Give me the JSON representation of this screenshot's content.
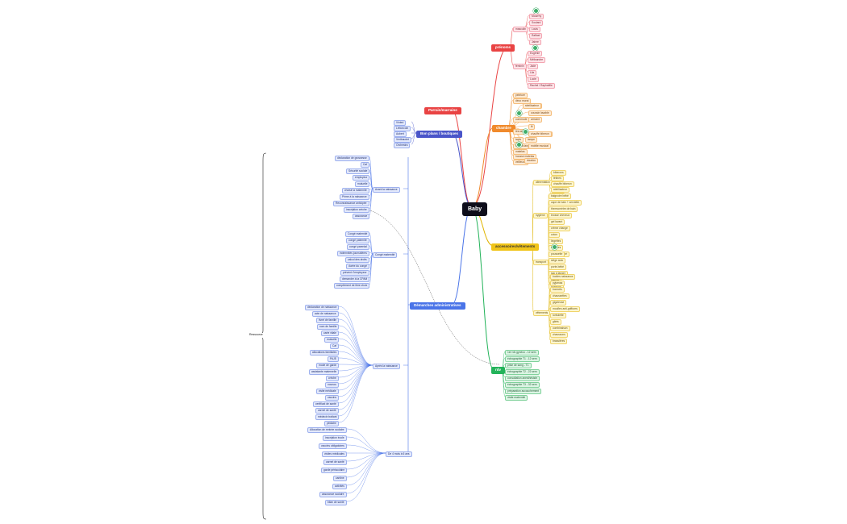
{
  "center": {
    "label": "Baby"
  },
  "branches": {
    "prenoms": "prénoms",
    "parrain": "Parrain/marraine",
    "chambre": "chambre",
    "bonsplans": "Bon plans / boutiques",
    "accessoires": "accessoires/vêtements",
    "demarches": "Démarches administratives",
    "rdv": "rdv"
  },
  "prenoms": {
    "groups": [
      "masculin",
      "féminin"
    ],
    "masculin": [
      "Mourrhy",
      "Soulard",
      "Louis",
      "Raffael",
      "Jaime"
    ],
    "feminin": [
      "Eugénie",
      "Mélisandre",
      "Jade",
      "Lila",
      "Lucie",
      "Rachel / Raphaëlle"
    ]
  },
  "chambre": {
    "items": [
      "peinture",
      "déco mural",
      "commode",
      "rideaux",
      "coussin lavable",
      "armoire",
      "tapis",
      "lit",
      "lampe",
      "tour de lit",
      "matelas",
      "housse matelas",
      "veilleuse",
      "stérilisateur",
      "chauffe biberon",
      "tire-lait",
      "tapis à langer",
      "mobile musical",
      "doudou"
    ]
  },
  "accessoires": {
    "groups": [
      "alimentation",
      "hygiène",
      "transport",
      "vêtements"
    ],
    "alimentation": [
      "biberons",
      "tétines",
      "chauffe biberon",
      "stérilisateur",
      "bavoirs"
    ],
    "hygiene": [
      "baignoire bébé",
      "cape de bain + serviette",
      "thermomètre de bain",
      "brosse cheveux",
      "gel lavant",
      "crème change",
      "coton",
      "lingettes",
      "couches",
      "mouche bébé"
    ],
    "transport": [
      "poussette",
      "siège auto",
      "porte-bébé",
      "sac à langer",
      "nacelle",
      "ombrelle"
    ],
    "vetements": [
      "bodies naissance",
      "pyjamas",
      "bonnets",
      "chaussettes",
      "gigoteuse",
      "moufles anti-griffures",
      "turbulette",
      "gilets",
      "combinaison",
      "chaussons",
      "brassières"
    ]
  },
  "rdv": {
    "items": [
      "1er rdv gynéco - 12 sem",
      "échographie T1 - 12 sem",
      "prise de sang - T1",
      "échographie T2 - 22 sem",
      "consultation anesthésiste",
      "échographie T3 - 32 sem",
      "préparation accouchement",
      "visite maternité"
    ]
  },
  "bonsplans": {
    "items": [
      "Vinted",
      "Leboncoin",
      "Aubert",
      "Vertbaudet",
      "Orchestra"
    ]
  },
  "demarches": {
    "sections": [
      "Avant la naissance",
      "Congé maternité",
      "Après la naissance",
      "De 4 mois à 6 ans"
    ],
    "avant": [
      "déclaration de grossesse",
      "Caf",
      "Sécurité sociale",
      "employeur",
      "mutuelle",
      "choisir la maternité",
      "Prime à la naissance",
      "Reconnaissance anticipée",
      "inscription crèche",
      "assurance"
    ],
    "conge": [
      "Congé maternité",
      "congé paternité",
      "congé parental",
      "indemnités journalières",
      "calcul des droits",
      "durée du congé",
      "prévenir l'employeur",
      "demander à la CPAM",
      "complément de libre choix"
    ],
    "apres": [
      "déclaration de naissance",
      "acte de naissance",
      "livret de famille",
      "nom de famille",
      "carte vitale",
      "mutuelle",
      "Caf",
      "allocations familiales",
      "PAJE",
      "mode de garde",
      "assistante maternelle",
      "crèche",
      "nounou",
      "visite médicale",
      "vaccins",
      "certificat de santé",
      "carnet de santé",
      "médecin traitant",
      "pédiatre"
    ],
    "enfant": [
      "Allocation de rentrée scolaire",
      "inscription école",
      "vaccins obligatoires",
      "visites médicales",
      "carnet de santé",
      "garde périscolaire",
      "cantine",
      "activités",
      "assurance scolaire",
      "bilan de santé"
    ]
  },
  "misc": {
    "tag": "Ressource"
  }
}
